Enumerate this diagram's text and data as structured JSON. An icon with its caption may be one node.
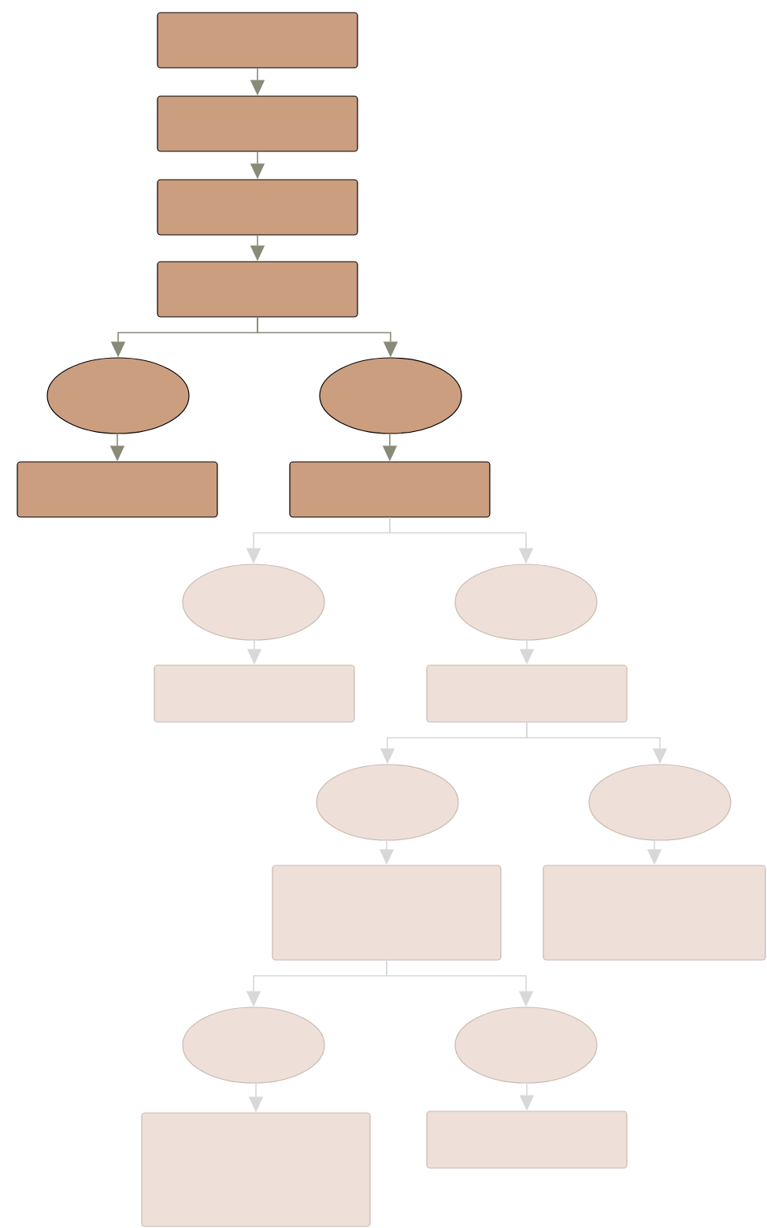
{
  "diagram": {
    "nodes": [
      {
        "text": [],
        "shape": "box"
      },
      {
        "text": [],
        "shape": "box"
      },
      {
        "text": [],
        "shape": "box"
      },
      {
        "text": [],
        "shape": "box"
      },
      {
        "text": [],
        "shape": "ellipse"
      },
      {
        "text": [],
        "shape": "ellipse"
      },
      {
        "text": [],
        "shape": "box"
      },
      {
        "text": [],
        "shape": "box"
      },
      {
        "text": [],
        "shape": "ellipse"
      },
      {
        "text": [],
        "shape": "ellipse"
      },
      {
        "text": [],
        "shape": "box"
      },
      {
        "text": [],
        "shape": "box"
      },
      {
        "text": [],
        "shape": "ellipse"
      },
      {
        "text": [],
        "shape": "ellipse"
      },
      {
        "text": [],
        "shape": "box"
      },
      {
        "text": [],
        "shape": "box"
      },
      {
        "text": [],
        "shape": "ellipse"
      },
      {
        "text": [],
        "shape": "ellipse"
      },
      {
        "text": [],
        "shape": "box"
      },
      {
        "text": [],
        "shape": "box"
      }
    ],
    "edges": [
      {
        "from": 0,
        "to": 1,
        "arrow": "to",
        "color": "#8a8a78"
      },
      {
        "from": 1,
        "to": 2,
        "arrow": "to",
        "color": "#8a8a78"
      },
      {
        "from": 2,
        "to": 3,
        "arrow": "to",
        "color": "#8a8a78"
      },
      {
        "from": 3,
        "to": 4,
        "arrow": "to",
        "color": "#8a8a78"
      },
      {
        "from": 3,
        "to": 5,
        "arrow": "to",
        "color": "#8a8a78"
      },
      {
        "from": 4,
        "to": 6,
        "arrow": "to",
        "color": "#8a8a78"
      },
      {
        "from": 5,
        "to": 7,
        "arrow": "to",
        "color": "#8a8a78"
      },
      {
        "from": 7,
        "to": 8,
        "arrow": "to"
      },
      {
        "from": 7,
        "to": 9,
        "arrow": "to"
      },
      {
        "from": 8,
        "to": 10,
        "arrow": "to"
      },
      {
        "from": 9,
        "to": 11,
        "arrow": "to"
      },
      {
        "from": 11,
        "to": 12,
        "arrow": "to"
      },
      {
        "from": 11,
        "to": 13,
        "arrow": "to"
      },
      {
        "from": 12,
        "to": 14,
        "arrow": "to"
      },
      {
        "from": 13,
        "to": 15,
        "arrow": "to"
      },
      {
        "from": 14,
        "to": 16,
        "arrow": "to"
      },
      {
        "from": 14,
        "to": 17,
        "arrow": "to"
      },
      {
        "from": 16,
        "to": 18,
        "arrow": "to"
      },
      {
        "from": 17,
        "to": 19,
        "arrow": "to"
      }
    ]
  }
}
